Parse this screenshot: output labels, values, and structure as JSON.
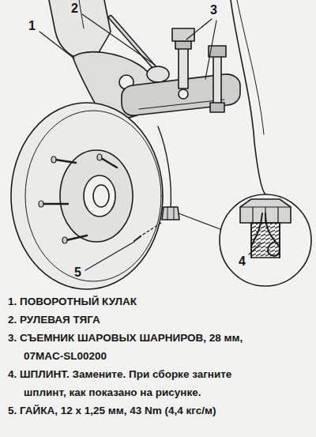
{
  "diagram": {
    "labels": [
      "1",
      "2",
      "3",
      "4",
      "5",
      "1. ПОВОРОТНЫЙ КУЛАК",
      "2. РУЛЕВАЯ ТЯГА",
      "3. СЪЕМНИК ШАРОВЫХ ШАРНИРОВ, 28 мм, 07MAC-SL00200",
      "4. ШПЛИНТ. Замените. При сборке загните шплинт, как показано на рисунке.",
      "5. ГАЙКА, 12 x 1,25 мм, 43 Nm (4,4 кгс/м)"
    ]
  }
}
